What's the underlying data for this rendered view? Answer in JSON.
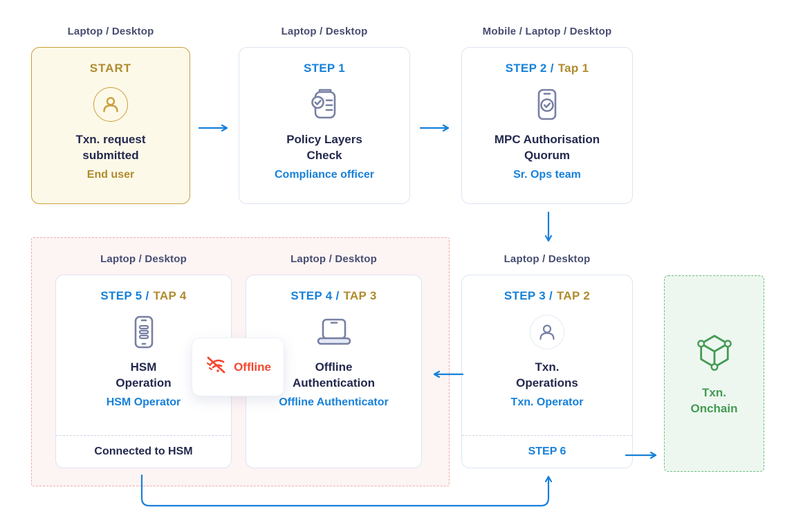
{
  "colors": {
    "blue": "#1781D9",
    "gold": "#AF8B2D",
    "gold-border": "#C9A03C",
    "cream": "#FDF9E9",
    "navy": "#23294E",
    "header": "#474D71",
    "slate": "#7880A4",
    "card-border": "#DEE4F2",
    "pink-bg": "#FDF4F4",
    "pink-border": "#F1ABA2",
    "green": "#449A52",
    "green-border": "#6FBE7D",
    "green-bg": "#EDF7F0",
    "red": "#F4472F",
    "divider": "#CBD4E4"
  },
  "top_row": {
    "start": {
      "device": "Laptop / Desktop",
      "title": "START",
      "body": "Txn. request\nsubmitted",
      "actor": "End user"
    },
    "step1": {
      "device": "Laptop / Desktop",
      "step": "STEP 1",
      "body": "Policy Layers\nCheck",
      "actor": "Compliance officer"
    },
    "step2": {
      "device": "Mobile / Laptop / Desktop",
      "step_blue": "STEP 2 /",
      "step_gold": "Tap 1",
      "body": "MPC Authorisation\nQuorum",
      "actor": "Sr. Ops team"
    }
  },
  "bottom_row": {
    "step5": {
      "device": "Laptop / Desktop",
      "step_blue": "STEP 5 /",
      "step_gold": "TAP 4",
      "body": "HSM\nOperation",
      "actor": "HSM Operator",
      "footer": "Connected to HSM"
    },
    "step4": {
      "device": "Laptop / Desktop",
      "step_blue": "STEP 4 /",
      "step_gold": "TAP 3",
      "body": "Offline\nAuthentication",
      "actor": "Offline Authenticator"
    },
    "step3": {
      "device": "Laptop / Desktop",
      "step_blue": "STEP 3 /",
      "step_gold": "TAP 2",
      "body": "Txn.\nOperations",
      "actor": "Txn. Operator",
      "footer": "STEP 6"
    },
    "onchain": {
      "body": "Txn.\nOnchain"
    },
    "offline_badge": {
      "label": "Offline"
    }
  }
}
